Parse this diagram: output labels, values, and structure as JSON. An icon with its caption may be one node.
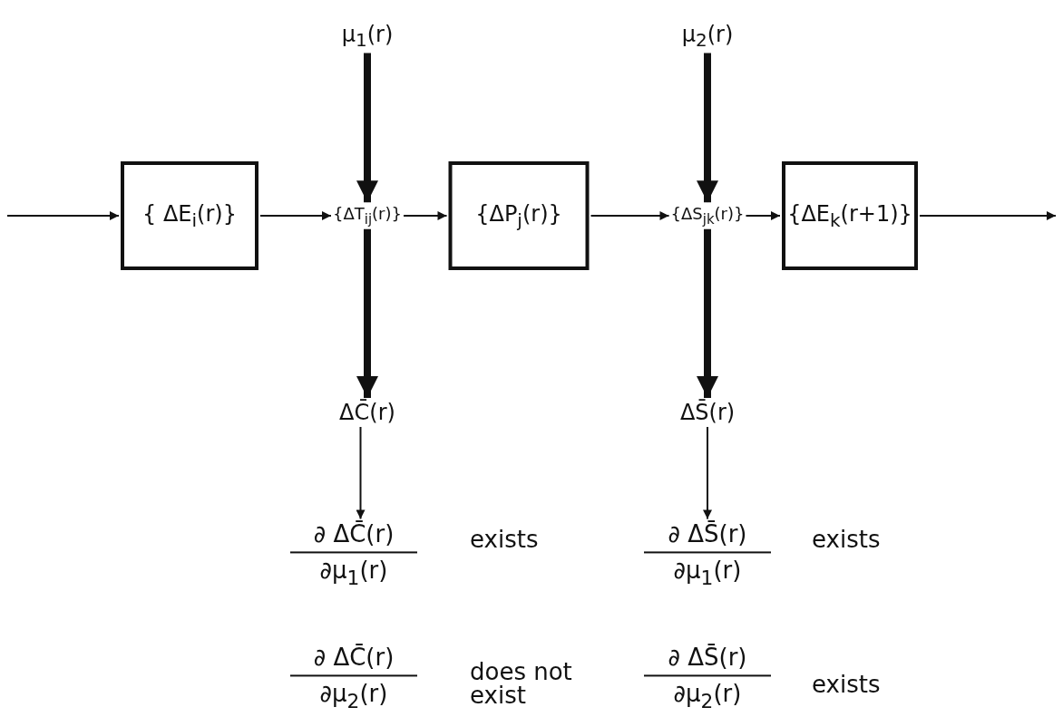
{
  "diagram": {
    "nodes": [
      {
        "text": [
          "μ$_{1}$(r)"
        ]
      },
      {
        "text": [
          "μ$_{2}$(r)"
        ]
      },
      {
        "text": [
          "{ ΔE$_{i}$(r)}"
        ]
      },
      {
        "text": [
          "{ΔT$_{ij}$(r)}"
        ]
      },
      {
        "text": [
          "{ΔP$_{j}$(r)}"
        ]
      },
      {
        "text": [
          "{ΔS$_{jk}$(r)}"
        ]
      },
      {
        "text": [
          "{ΔE$_{k}$(r+1)}"
        ]
      },
      {
        "text": [
          "ΔC̄(r)"
        ]
      },
      {
        "text": [
          "ΔS̄(r)"
        ]
      },
      {
        "text": [
          "∂ ΔC̄(r)",
          "∂μ$_{1}$(r)"
        ],
        "beside": [
          "exists"
        ]
      },
      {
        "text": [
          "∂ ΔS̄(r)",
          "∂μ$_{1}$(r)"
        ],
        "beside": [
          "exists"
        ]
      }
    ],
    "edges": [
      {
        "from": null,
        "to": 2,
        "arrow": "to"
      },
      {
        "from": 2,
        "to": 3,
        "arrow": "to"
      },
      {
        "from": 3,
        "to": 4,
        "arrow": "to"
      },
      {
        "from": 4,
        "to": 5,
        "arrow": "to"
      },
      {
        "from": 5,
        "to": 6,
        "arrow": "to"
      },
      {
        "from": 6,
        "to": null,
        "arrow": "to"
      },
      {
        "from": 0,
        "to": 3,
        "arrow": "to",
        "style": "thick"
      },
      {
        "from": 1,
        "to": 5,
        "arrow": "to",
        "style": "thick"
      },
      {
        "from": 3,
        "to": 7,
        "arrow": "to",
        "style": "thick"
      },
      {
        "from": 5,
        "to": 8,
        "arrow": "to",
        "style": "thick"
      },
      {
        "from": 7,
        "to": 9,
        "arrow": "to"
      },
      {
        "from": 8,
        "to": 10,
        "arrow": "to"
      }
    ],
    "labels": [
      "∂ ΔC̄(r)",
      "∂μ$_{2}$(r)",
      "does not exist",
      "∂ ΔS̄(r)",
      "∂μ$_{2}$(r)",
      "exists"
    ]
  }
}
